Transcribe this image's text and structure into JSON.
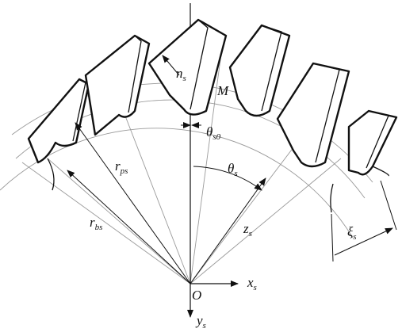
{
  "labels": {
    "n": "n",
    "n_sub": "s",
    "M": "M",
    "theta0": "θ",
    "theta0_sub": "s0",
    "rps": "r",
    "rps_sub": "ps",
    "theta": "θ",
    "theta_sub": "s",
    "rbs": "r",
    "rbs_sub": "bs",
    "zs": "z",
    "zs_sub": "s",
    "xs": "x",
    "xs_sub": "s",
    "xi": "ξ",
    "xi_sub": "s",
    "O": "O",
    "ys": "y",
    "ys_sub": "s"
  },
  "figure": {
    "tooth_count": 6,
    "colors": {
      "line": "#111111",
      "construction": "#9a9a9a",
      "background": "#ffffff"
    }
  }
}
